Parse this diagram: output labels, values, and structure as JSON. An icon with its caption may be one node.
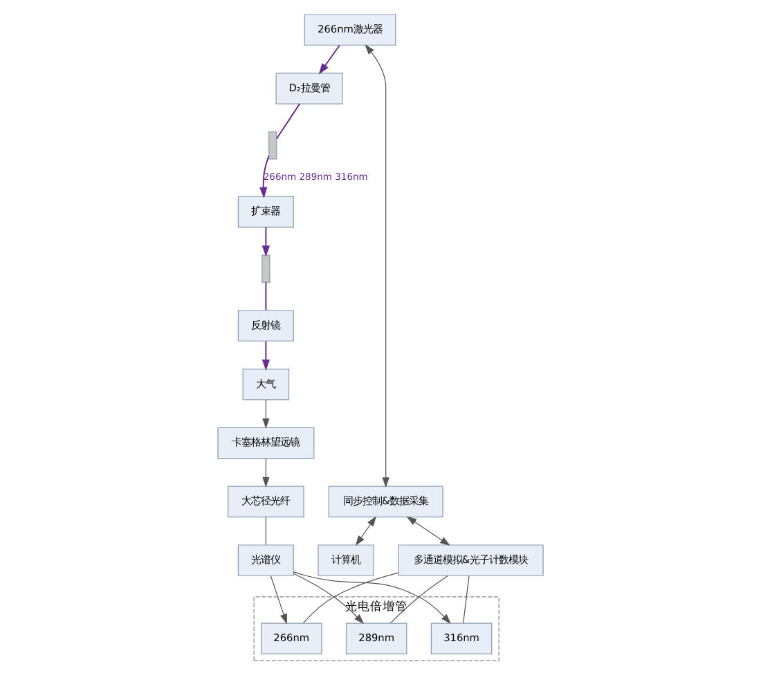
{
  "diagram": {
    "nodes": [
      {
        "text": [
          "266nm激光器"
        ]
      },
      {
        "text": [
          "D₂拉曼管"
        ]
      },
      {
        "text": [
          "同步控制&数据采集"
        ]
      },
      {
        "text": [
          "计算机"
        ]
      },
      {
        "text": [
          "多通道模拟&光子计数模块"
        ]
      },
      {
        "text": [
          "光电倍增管"
        ]
      },
      {
        "text": [
          "266nm"
        ],
        "in": 5
      },
      {
        "text": [
          "289nm"
        ],
        "in": 5
      },
      {
        "text": [
          "316nm"
        ],
        "in": 5
      },
      {
        "text": [
          "光谱仪"
        ]
      },
      {
        "text": [
          "扩束器"
        ]
      },
      {
        "text": [],
        "shape": "bar"
      },
      {
        "text": [],
        "shape": "bar"
      },
      {
        "text": [
          "反射镜"
        ]
      },
      {
        "text": [
          "大气"
        ]
      },
      {
        "text": [
          "卡塞格林望远镜"
        ]
      },
      {
        "text": [
          "大芯径光纤"
        ]
      }
    ],
    "edges": [
      {
        "from": 0,
        "to": 1,
        "arrow": "to",
        "color": "#6a2c91"
      },
      {
        "from": 0,
        "to": 2,
        "arrow": "both"
      },
      {
        "from": 2,
        "to": 3,
        "arrow": "both"
      },
      {
        "from": 2,
        "to": 4,
        "arrow": "both"
      },
      {
        "from": 4,
        "to": 6,
        "arrow": "none"
      },
      {
        "from": 4,
        "to": 7,
        "arrow": "none"
      },
      {
        "from": 4,
        "to": 8,
        "arrow": "none"
      },
      {
        "from": 9,
        "to": 6,
        "arrow": "to"
      },
      {
        "from": 9,
        "to": 7,
        "arrow": "to"
      },
      {
        "from": 9,
        "to": 8,
        "arrow": "to"
      },
      {
        "from": 1,
        "to": 11,
        "arrow": "none",
        "color": "#6a2c91"
      },
      {
        "from": 11,
        "to": 10,
        "arrow": "to",
        "label": "266nm 289nm 316nm",
        "color": "#6a2c91"
      },
      {
        "from": 10,
        "to": 12,
        "arrow": "to",
        "color": "#6a2c91"
      },
      {
        "from": 12,
        "to": 13,
        "arrow": "none",
        "color": "#6a2c91"
      },
      {
        "from": 13,
        "to": 14,
        "arrow": "to",
        "color": "#6a2c91"
      },
      {
        "from": 14,
        "to": 15,
        "arrow": "to"
      },
      {
        "from": 15,
        "to": 16,
        "arrow": "to"
      },
      {
        "from": 16,
        "to": 9,
        "arrow": "none"
      }
    ]
  }
}
